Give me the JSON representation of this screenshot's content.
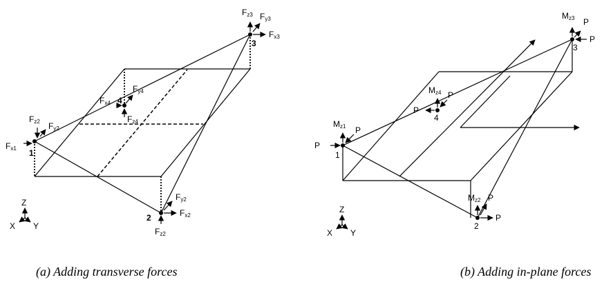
{
  "panel_a": {
    "caption": "(a)  Adding transverse forces",
    "node_labels": {
      "n1": "1",
      "n2": "2",
      "n3": "3",
      "n4": "4"
    },
    "forces": {
      "fz3": {
        "base": "F",
        "sub": "z3"
      },
      "fy3": {
        "base": "F",
        "sub": "y3"
      },
      "fx3": {
        "base": "F",
        "sub": "x3"
      },
      "fy4": {
        "base": "F",
        "sub": "y4"
      },
      "fx4": {
        "base": "F",
        "sub": "x4"
      },
      "fz4": {
        "base": "F",
        "sub": "z4"
      },
      "fz2_top": {
        "base": "F",
        "sub": "z2"
      },
      "fy2_left": {
        "base": "F",
        "sub": "y2"
      },
      "fx1": {
        "base": "F",
        "sub": "x1"
      },
      "fy2_right": {
        "base": "F",
        "sub": "y2"
      },
      "fx2": {
        "base": "F",
        "sub": "x2"
      },
      "fz2_bottom": {
        "base": "F",
        "sub": "z2"
      }
    },
    "axes": {
      "z": "Z",
      "x": "X",
      "y": "Y"
    }
  },
  "panel_b": {
    "caption": "(b) Adding in-plane forces",
    "node_labels": {
      "n1": "1",
      "n2": "2",
      "n3": "3",
      "n4": "4"
    },
    "moments": {
      "mz3": {
        "base": "M",
        "sub": "z3"
      },
      "mz4": {
        "base": "M",
        "sub": "z4"
      },
      "mz1": {
        "base": "M",
        "sub": "z1"
      },
      "mz2": {
        "base": "M",
        "sub": "z2"
      }
    },
    "forces": {
      "p3a": "P",
      "p3b": "P",
      "p4a": "P",
      "p4b": "P",
      "p1a": "P",
      "p1b": "P",
      "p2a": "P",
      "p2b": "P"
    },
    "axes": {
      "z": "Z",
      "x": "X",
      "y": "Y"
    }
  }
}
